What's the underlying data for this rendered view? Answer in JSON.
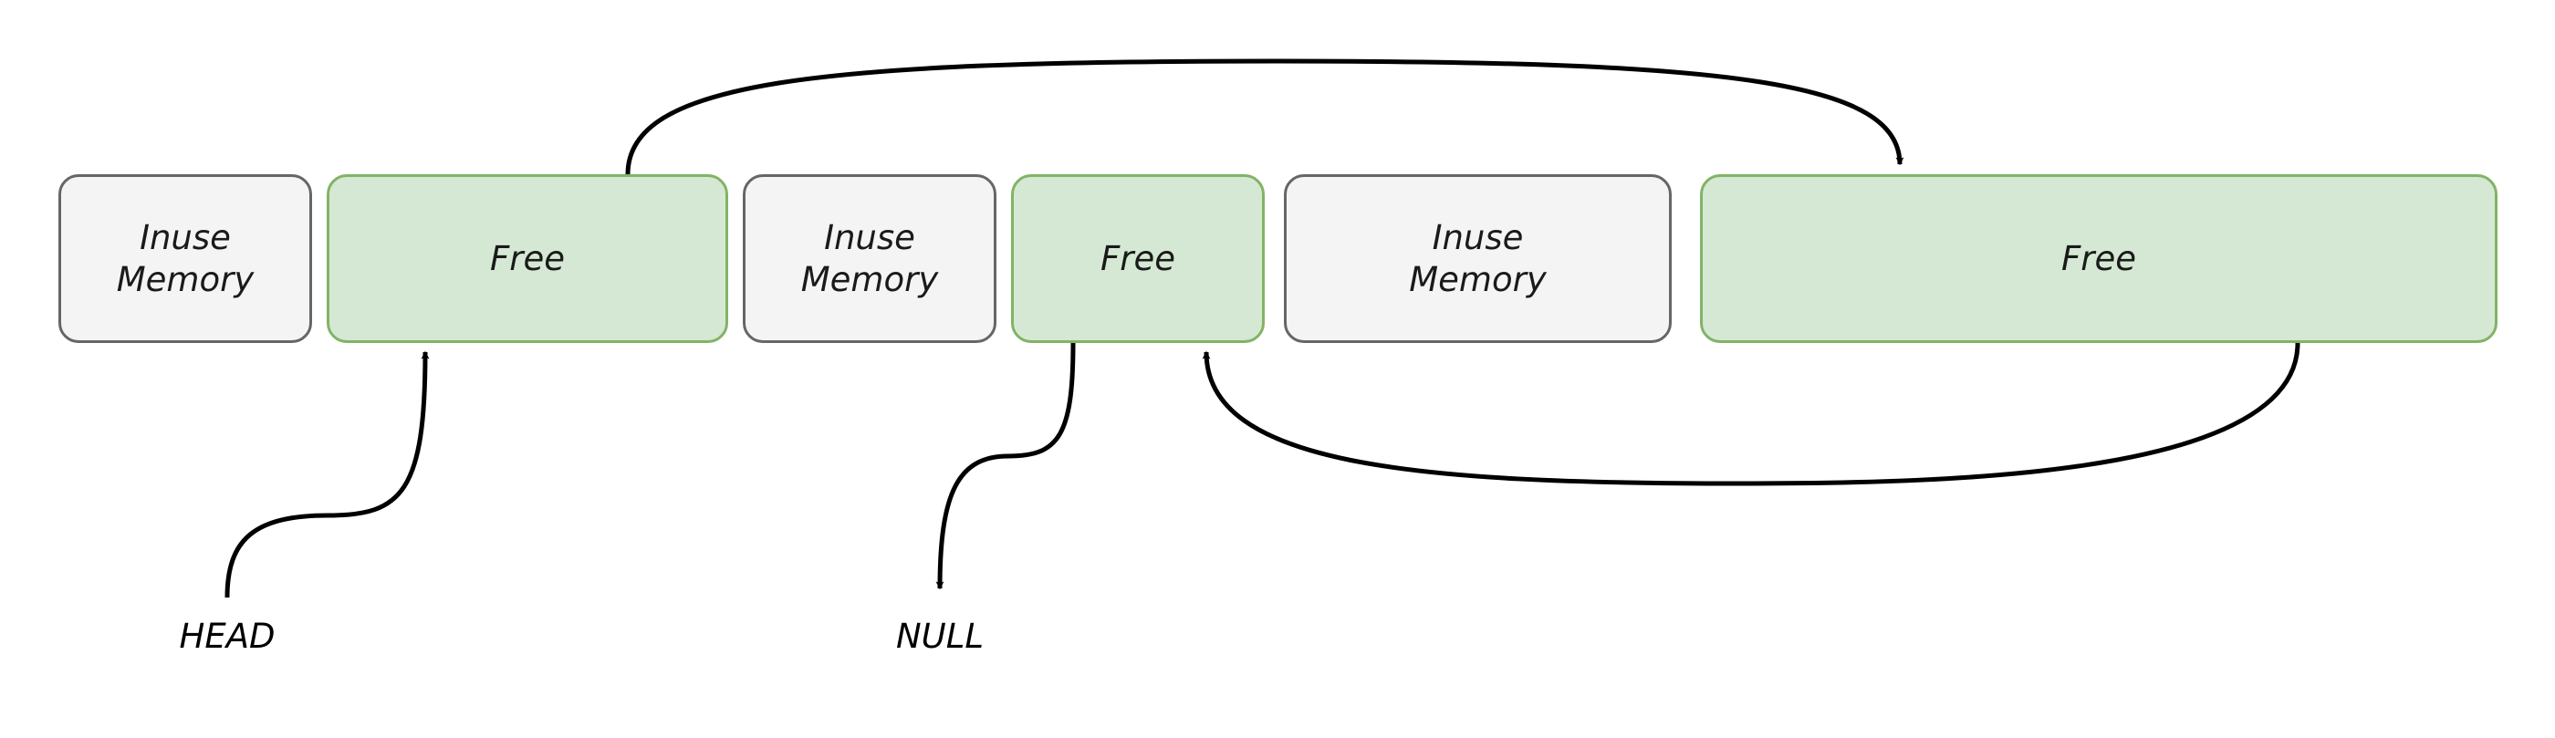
{
  "blocks": [
    {
      "kind": "inuse",
      "line1": "Inuse",
      "line2": "Memory"
    },
    {
      "kind": "free",
      "label": "Free"
    },
    {
      "kind": "inuse",
      "line1": "Inuse",
      "line2": "Memory"
    },
    {
      "kind": "free",
      "label": "Free"
    },
    {
      "kind": "inuse",
      "line1": "Inuse",
      "line2": "Memory"
    },
    {
      "kind": "free",
      "label": "Free"
    }
  ],
  "labels": {
    "head": "HEAD",
    "null": "NULL"
  },
  "colors": {
    "inuse_fill": "#f4f4f4",
    "inuse_stroke": "#666666",
    "free_fill": "#d5e8d4",
    "free_stroke": "#82b366",
    "arrow": "#000000"
  }
}
